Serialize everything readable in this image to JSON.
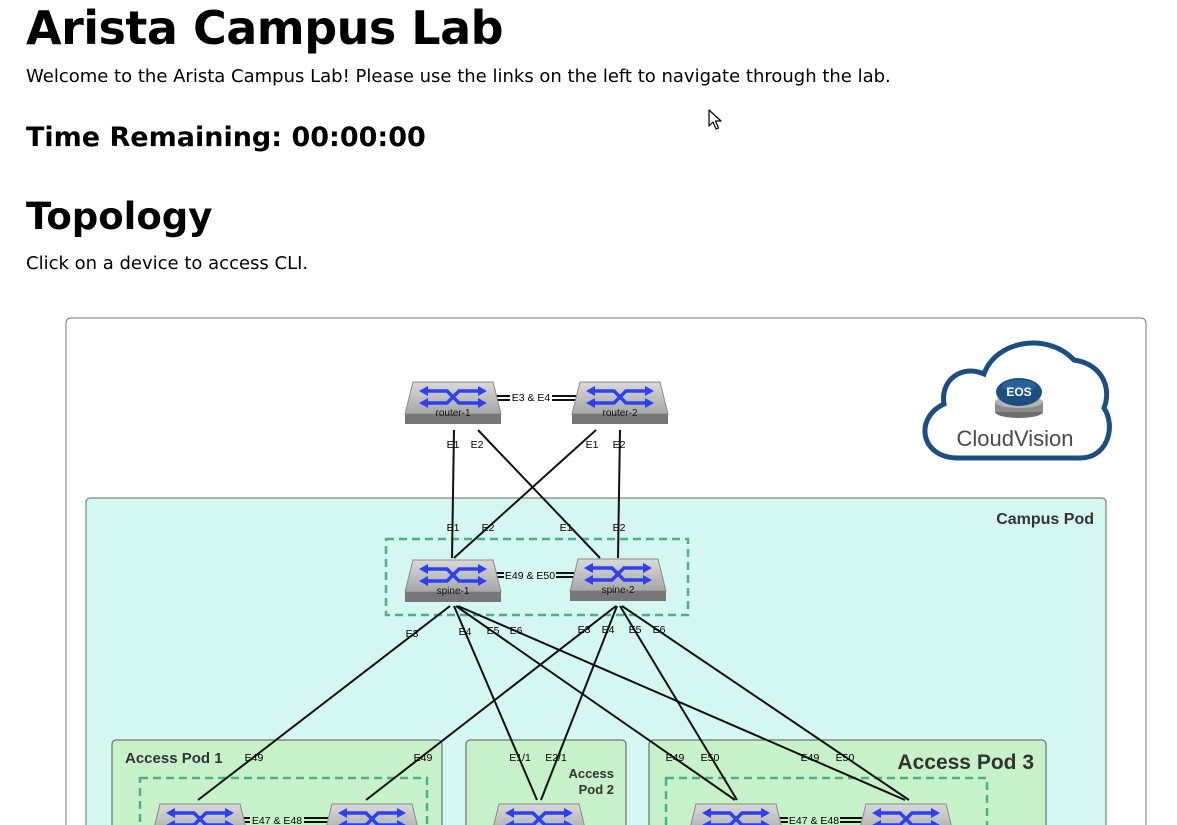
{
  "page": {
    "title": "Arista Campus Lab",
    "welcome": "Welcome to the Arista Campus Lab! Please use the links on the left to navigate through the lab.",
    "timer_label": "Time Remaining: 00:00:00"
  },
  "topology": {
    "heading": "Topology",
    "hint": "Click on a device to access CLI.",
    "cloudvision": {
      "badge": "EOS",
      "label": "CloudVision",
      "color": "#1c4e80"
    },
    "pods": {
      "campus": "Campus Pod",
      "access1": "Access Pod 1",
      "access2_line1": "Access",
      "access2_line2": "Pod 2",
      "access3": "Access Pod 3"
    },
    "devices": {
      "router1": "router-1",
      "router2": "router-2",
      "spine1": "spine-1",
      "spine2": "spine-2"
    },
    "links": {
      "router_peer": "E3 & E4",
      "spine_peer": "E49 & E50",
      "access1_peer": "E47 & E48",
      "access3_peer": "E47 & E48"
    },
    "ports": {
      "r1_e1": "E1",
      "r1_e2": "E2",
      "r2_e1": "E1",
      "r2_e2": "E2",
      "s1_up_e1": "E1",
      "s1_up_e2": "E2",
      "s2_up_e1": "E1",
      "s2_up_e2": "E2",
      "s1_e3": "E3",
      "s1_e4": "E4",
      "s1_e5": "E5",
      "s1_e6": "E6",
      "s2_e3": "E3",
      "s2_e4": "E4",
      "s2_e5": "E5",
      "s2_e6": "E6",
      "a1_left_e49": "E49",
      "a1_right_e49": "E49",
      "a2_e11": "E1/1",
      "a2_e21": "E2/1",
      "a3_left_e49": "E49",
      "a3_left_e50": "E50",
      "a3_right_e49": "E49",
      "a3_right_e50": "E50"
    },
    "colors": {
      "campus_fill": "#d5f7f1",
      "access_fill": "#c7f2c9",
      "dashed": "#4cb08c",
      "switch_arrow": "#2f3ff2"
    }
  }
}
